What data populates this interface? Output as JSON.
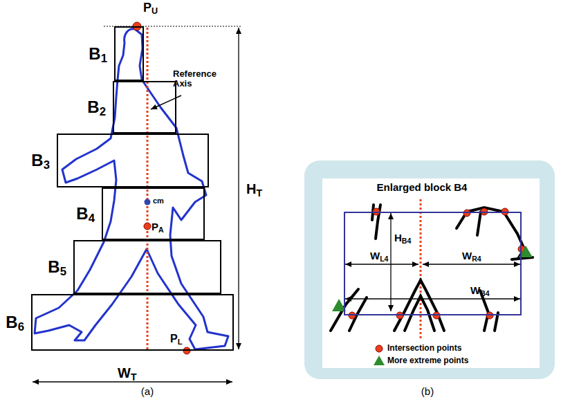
{
  "diagram": {
    "nodes": [
      {
        "text": [
          "B1"
        ]
      },
      {
        "text": [
          "B2"
        ]
      },
      {
        "text": [
          "B3"
        ]
      },
      {
        "text": [
          "B4"
        ]
      },
      {
        "text": [
          "B5"
        ]
      },
      {
        "text": [
          "B6"
        ]
      },
      {
        "text": [
          "Enlarged block B4"
        ]
      }
    ],
    "labels": [
      "PU",
      "Reference Axis",
      "HT",
      "cm",
      "PA",
      "PL",
      "WT",
      "(a)",
      "HB4",
      "WL4",
      "WR4",
      "WB4",
      "(b)"
    ],
    "legend": [
      {
        "text": "Intersection points"
      },
      {
        "text": "More extreme points"
      }
    ]
  }
}
